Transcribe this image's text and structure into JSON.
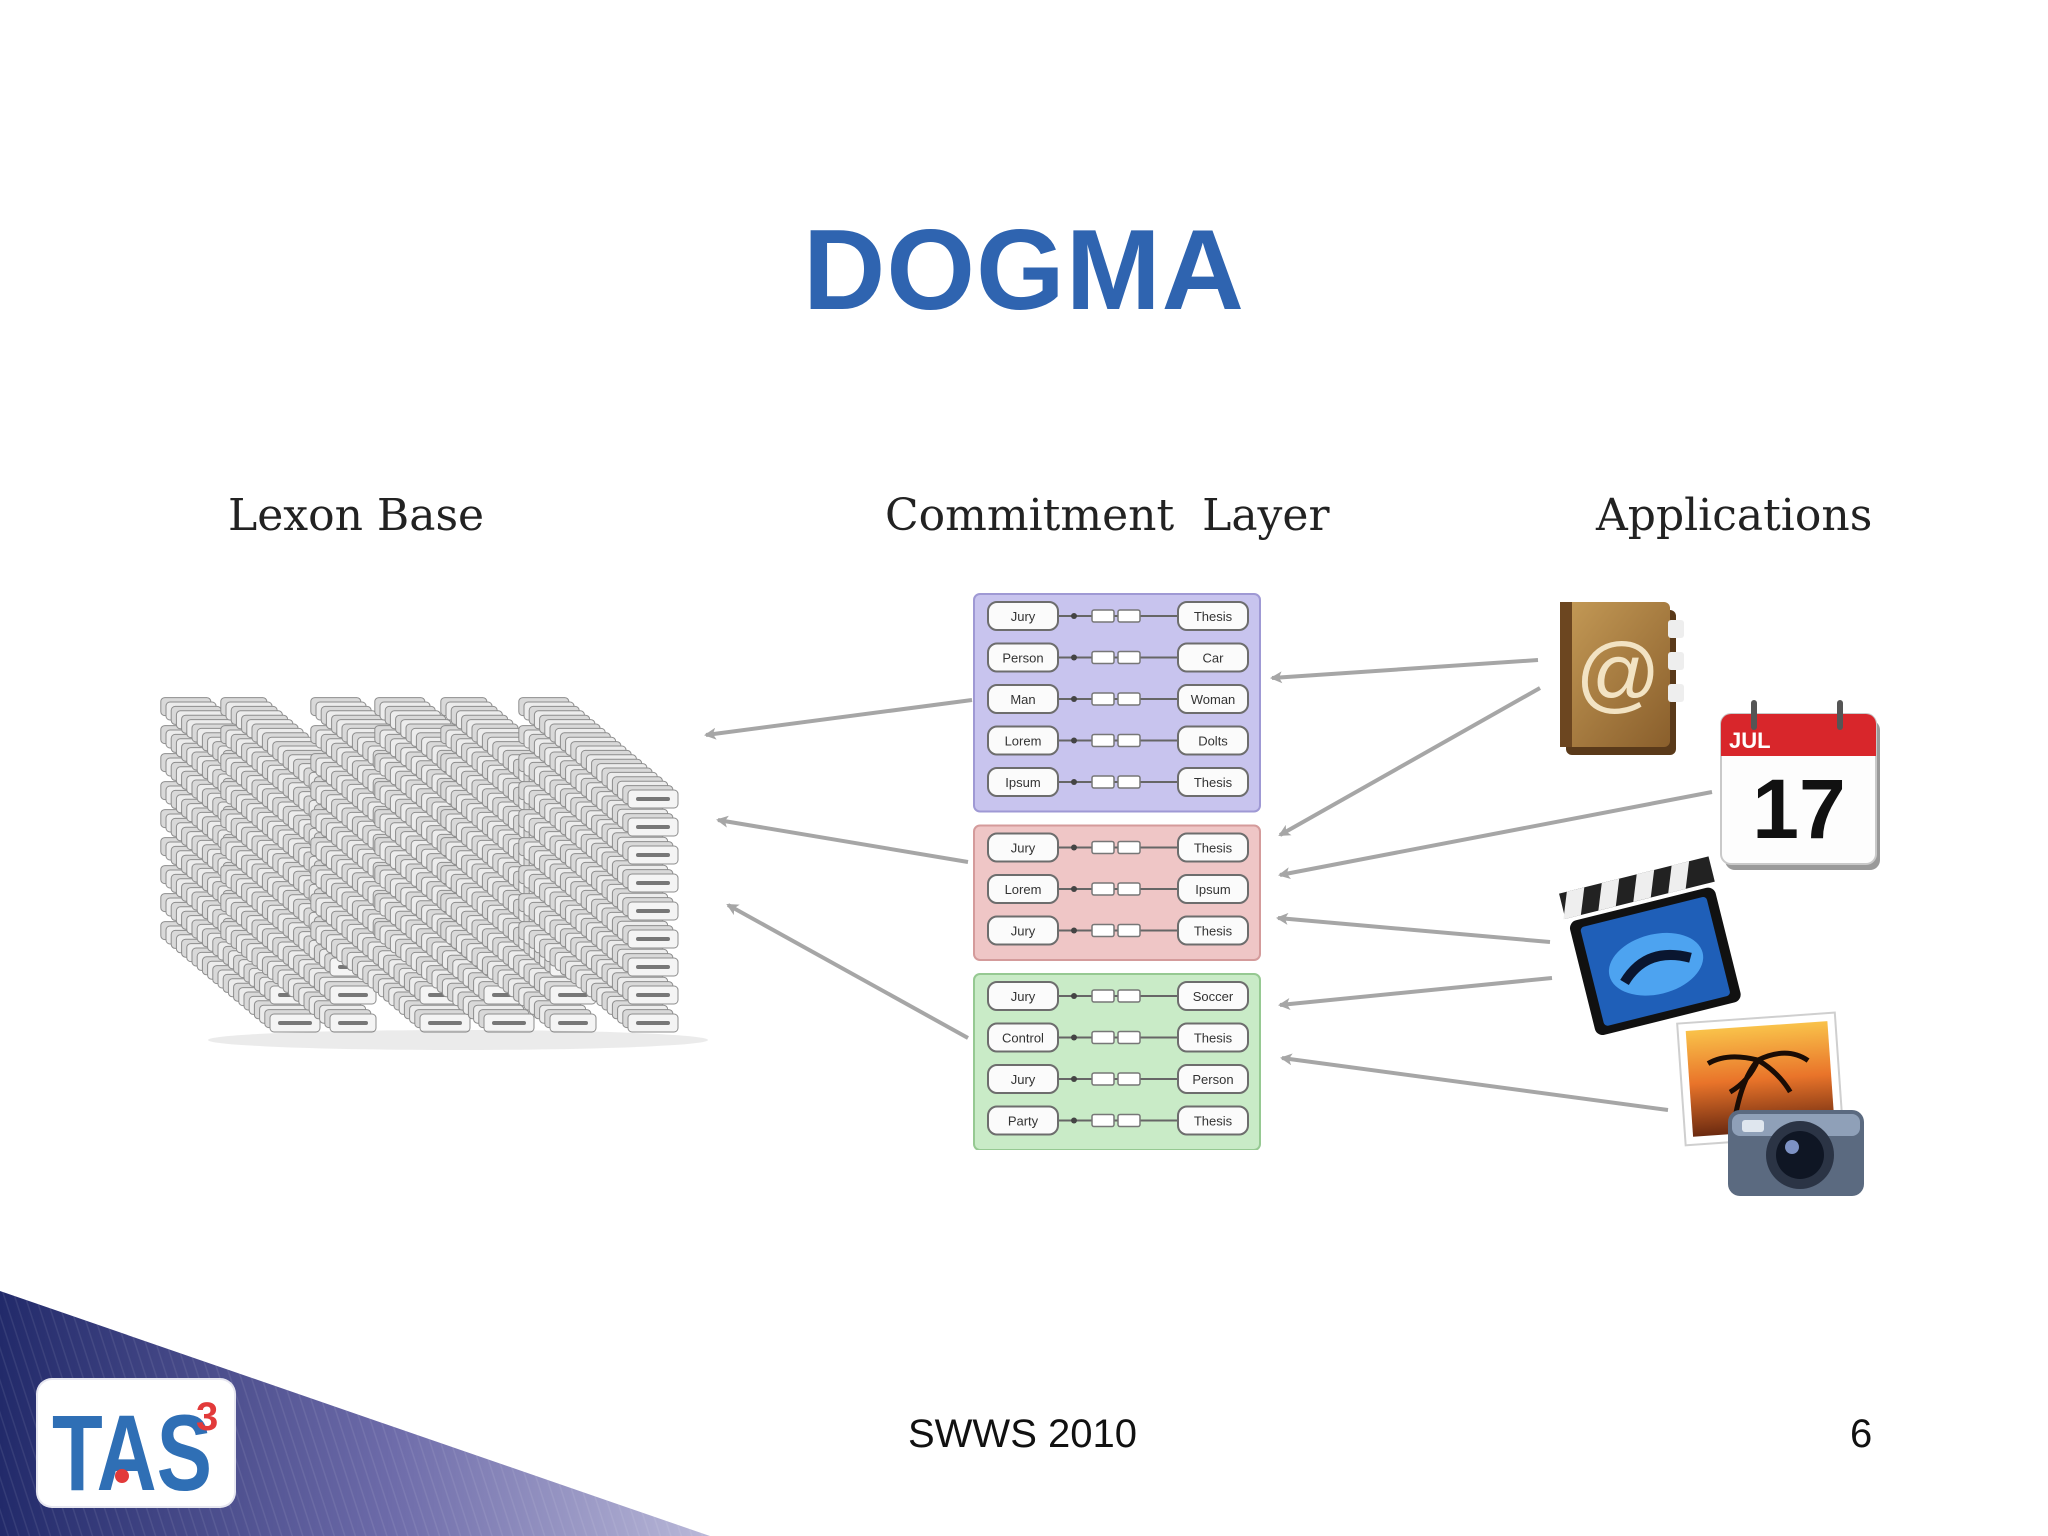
{
  "slide": {
    "title": "DOGMA",
    "footer": "SWWS 2010",
    "page_number": "6"
  },
  "columns": {
    "lexon_base": "Lexon Base",
    "commitment_layer": "Commitment  Layer",
    "applications": "Applications"
  },
  "colors": {
    "title": "#2f64b0",
    "group_purple": "#c8c4ee",
    "group_red": "#efc6c6",
    "group_green": "#c9ebc7",
    "arrow": "#a6a6a6"
  },
  "commitment_groups": [
    {
      "id": "purple",
      "rows": [
        {
          "left": "Jury",
          "right": "Thesis"
        },
        {
          "left": "Person",
          "right": "Car"
        },
        {
          "left": "Man",
          "right": "Woman"
        },
        {
          "left": "Lorem",
          "right": "Dolts"
        },
        {
          "left": "Ipsum",
          "right": "Thesis"
        }
      ]
    },
    {
      "id": "red",
      "rows": [
        {
          "left": "Jury",
          "right": "Thesis"
        },
        {
          "left": "Lorem",
          "right": "Ipsum"
        },
        {
          "left": "Jury",
          "right": "Thesis"
        }
      ]
    },
    {
      "id": "green",
      "rows": [
        {
          "left": "Jury",
          "right": "Soccer"
        },
        {
          "left": "Control",
          "right": "Thesis"
        },
        {
          "left": "Jury",
          "right": "Person"
        },
        {
          "left": "Party",
          "right": "Thesis"
        }
      ]
    }
  ],
  "applications": [
    {
      "icon": "address-book-icon",
      "symbol": "@"
    },
    {
      "icon": "calendar-icon",
      "month": "JUL",
      "day": "17"
    },
    {
      "icon": "movie-clapper-icon"
    },
    {
      "icon": "photo-camera-icon"
    }
  ],
  "logo": {
    "icon": "tas3-logo",
    "text": "TAS",
    "superscript": "3"
  }
}
